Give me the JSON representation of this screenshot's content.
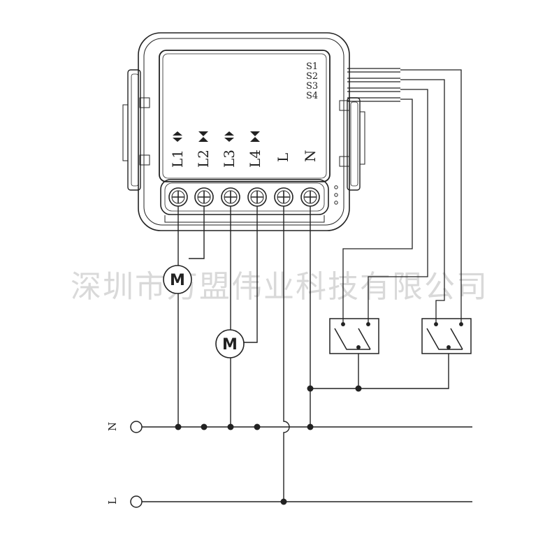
{
  "switch_inputs": [
    "S1",
    "S2",
    "S3",
    "S4"
  ],
  "terminals": [
    "L1",
    "L2",
    "L3",
    "L4",
    "L",
    "N"
  ],
  "motors": [
    "M",
    "M"
  ],
  "mains": {
    "neutral": "N",
    "live": "L"
  },
  "watermark": "深圳市万盟伟业科技有限公司",
  "colors": {
    "line": "#222222",
    "watermark": "#d9d9d9",
    "background": "#ffffff"
  }
}
